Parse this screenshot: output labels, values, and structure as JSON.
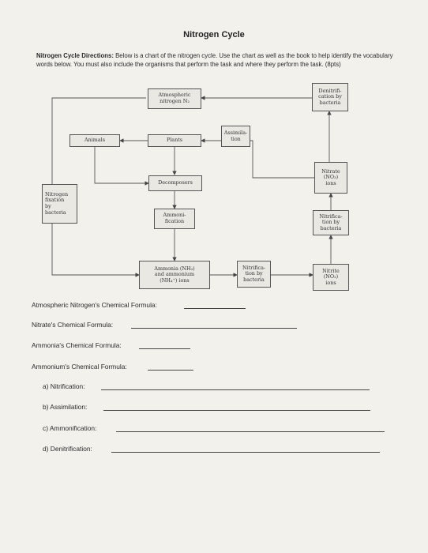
{
  "title": "Nitrogen Cycle",
  "directions": {
    "label": "Nitrogen Cycle Directions:",
    "text": " Below is a chart of the nitrogen cycle. Use the chart as well as the book to help identify the vocabulary words below. You must also include the organisms that perform the task and where they perform the task. (8pts)"
  },
  "diagram": {
    "atmospheric": [
      "Atmospheric",
      "nitrogen N₂"
    ],
    "denitrification": [
      "Denitrifi-",
      "cation by",
      "bacteria"
    ],
    "animals": "Animals",
    "plants": "Plants",
    "assimilation": [
      "Assimila-",
      "tion"
    ],
    "decomposers": "Decomposers",
    "nitrate": [
      "Nitrate",
      "(NO₃)",
      "ions"
    ],
    "fixation": [
      "Nitrogen",
      "fixation",
      "by",
      "bacteria"
    ],
    "ammonification": [
      "Ammoni-",
      "fication"
    ],
    "nitrification_upper": [
      "Nitrifica-",
      "tion by",
      "bacteria"
    ],
    "ammonia": [
      "Ammonia (NH₃)",
      "and ammonium",
      "(NH₄⁺) ions"
    ],
    "nitrification_lower": [
      "Nitrifica-",
      "tion by",
      "bacteria"
    ],
    "nitrite": [
      "Nitrite",
      "(NO₂)",
      "ions"
    ]
  },
  "questions": {
    "q1": "Atmospheric Nitrogen's Chemical Formula:",
    "q2": "Nitrate's Chemical Formula:",
    "q3": "Ammonia's Chemical Formula:",
    "q4": "Ammonium's Chemical Formula:",
    "a": "a)  Nitrification:",
    "b": "b)  Assimilation:",
    "c": "c)  Ammonification:",
    "d": "d)  Denitrification:"
  },
  "colors": {
    "paper": "#f2f1ec",
    "ink": "#2a2a2a",
    "line": "#555555"
  }
}
